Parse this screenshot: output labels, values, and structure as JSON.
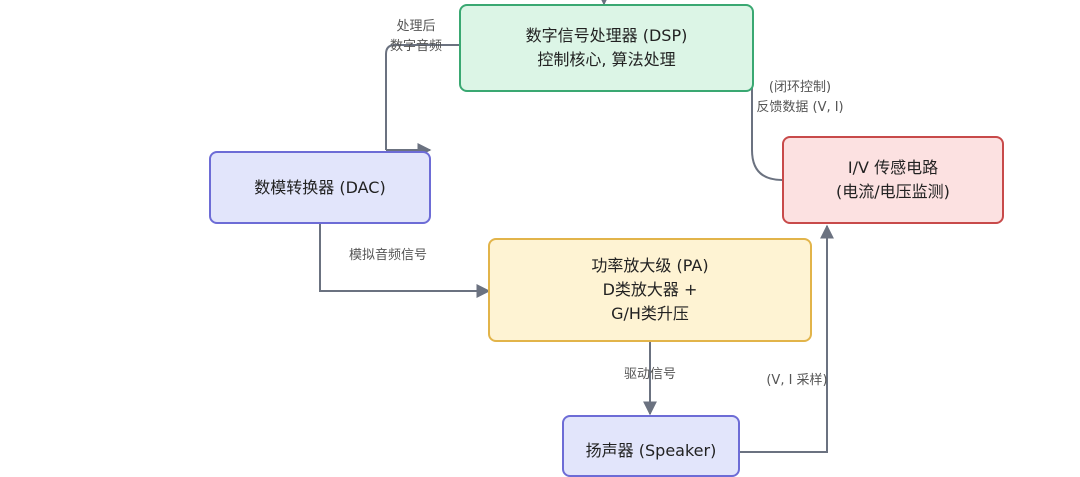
{
  "nodes": {
    "dsp": {
      "line1": "数字信号处理器 (DSP)",
      "line2": "控制核心, 算法处理"
    },
    "dac": {
      "line1": "数模转换器 (DAC)"
    },
    "iv": {
      "line1": "I/V 传感电路",
      "line2": "(电流/电压监测)"
    },
    "pa": {
      "line1": "功率放大级 (PA)",
      "line2": "D类放大器 +",
      "line3": "G/H类升压"
    },
    "speaker": {
      "line1": "扬声器 (Speaker)"
    }
  },
  "edges": {
    "dsp_to_dac": {
      "line1": "处理后",
      "line2": "数字音频"
    },
    "dac_to_pa": {
      "line1": "模拟音频信号"
    },
    "pa_to_speaker": {
      "line1": "驱动信号"
    },
    "speaker_to_iv": {
      "line1": "(V, I 采样)"
    },
    "iv_to_dsp": {
      "line1": "(闭环控制)",
      "line2": "反馈数据 (V, I)"
    }
  },
  "colors": {
    "edge": "#6b7280",
    "dsp_fill": "#dcf5e6",
    "dsp_border": "#3aa872",
    "dac_fill": "#e2e5fb",
    "dac_border": "#6d6cd6",
    "iv_fill": "#fce1e1",
    "iv_border": "#c84a4a",
    "pa_fill": "#fef3d3",
    "pa_border": "#e2b44a"
  }
}
